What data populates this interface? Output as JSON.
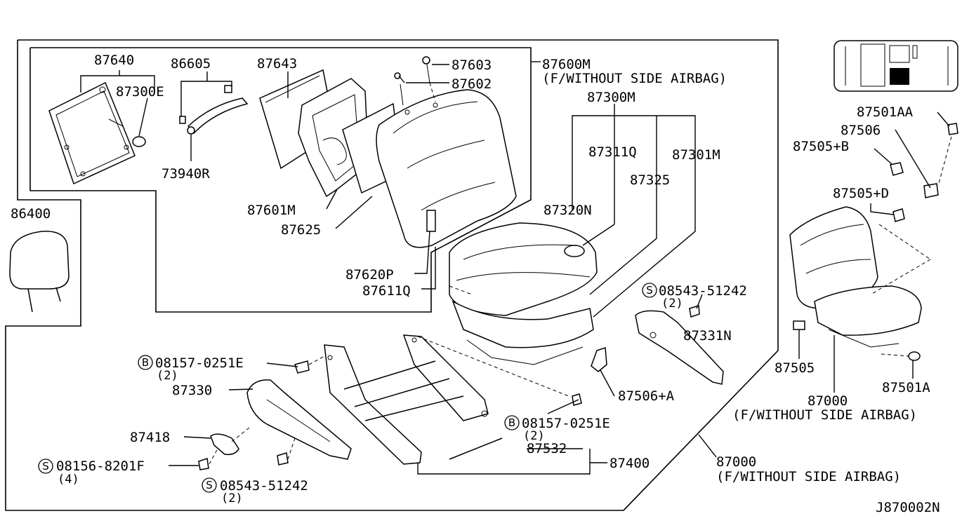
{
  "callouts": {
    "p87640": "87640",
    "p86605": "86605",
    "p87643": "87643",
    "p87603": "87603",
    "p87600M": "87600M",
    "p87600M_note": "(F/WITHOUT SIDE AIRBAG)",
    "p87300E": "87300E",
    "p87602": "87602",
    "p87300M": "87300M",
    "p73940R": "73940R",
    "p87311Q": "87311Q",
    "p87301M": "87301M",
    "p87325": "87325",
    "p86400": "86400",
    "p87601M": "87601M",
    "p87320N": "87320N",
    "p87625": "87625",
    "p87620P": "87620P",
    "p87611Q": "87611Q",
    "p08543_51242_a": "08543-51242",
    "p08543_51242_a_qty": "(2)",
    "p87331N": "87331N",
    "p08157_0251E_a": "08157-0251E",
    "p08157_0251E_a_qty": "(2)",
    "p87330": "87330",
    "p87506A": "87506+A",
    "p08157_0251E_b": "08157-0251E",
    "p08157_0251E_b_qty": "(2)",
    "p87418": "87418",
    "p87532": "87532",
    "p08156_8201F": "08156-8201F",
    "p08156_8201F_qty": "(4)",
    "p87400": "87400",
    "p08543_51242_b": "08543-51242",
    "p08543_51242_b_qty": "(2)",
    "p87000_main": "87000",
    "p87000_main_note": "(F/WITHOUT SIDE AIRBAG)",
    "p87501AA": "87501AA",
    "p87506": "87506",
    "p87505B": "87505+B",
    "p87505D": "87505+D",
    "p87505": "87505",
    "p87501A": "87501A",
    "p87000_side": "87000",
    "p87000_side_note": "(F/WITHOUT SIDE AIRBAG)"
  },
  "badges": {
    "screw": "S",
    "bolt": "B"
  },
  "diagram_code": "J870002N"
}
